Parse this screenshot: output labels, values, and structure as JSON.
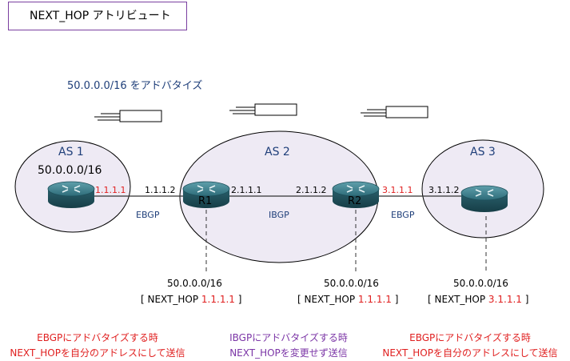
{
  "title": "NEXT_HOP アトリビュート",
  "advertise_label": "50.0.0.0/16 をアドバタイズ",
  "as_labels": [
    "AS 1",
    "AS 2",
    "AS 3"
  ],
  "as1_network": "50.0.0.0/16",
  "routers": {
    "r1": "R1",
    "r2": "R2"
  },
  "interfaces": {
    "as1_if": "1.1.1.1",
    "r1_left": "1.1.1.2",
    "r1_right": "2.1.1.1",
    "r2_left": "2.1.1.2",
    "r2_right": "3.1.1.1",
    "as3_if": "3.1.1.2"
  },
  "links": {
    "left": "EBGP",
    "middle": "IBGP",
    "right": "EBGP"
  },
  "route_entries": [
    {
      "prefix": "50.0.0.0/16",
      "open": "[ NEXT_HOP ",
      "next_hop": "1.1.1.1",
      "close": " ]"
    },
    {
      "prefix": "50.0.0.0/16",
      "open": "[ NEXT_HOP ",
      "next_hop": "1.1.1.1",
      "close": " ]"
    },
    {
      "prefix": "50.0.0.0/16",
      "open": "[ NEXT_HOP ",
      "next_hop": "3.1.1.1",
      "close": " ]"
    }
  ],
  "captions": [
    {
      "line1": "EBGPにアドバタイズする時",
      "line2": "NEXT_HOPを自分のアドレスにして送信"
    },
    {
      "line1": "IBGPにアドバタイズする時",
      "line2": "NEXT_HOPを変更せず送信"
    },
    {
      "line1": "EBGPにアドバタイズする時",
      "line2": "NEXT_HOPを自分のアドレスにして送信"
    }
  ],
  "colors": {
    "title_border": "#7a3fa0",
    "text_blue": "#1f3f7a",
    "highlight_red": "#e02020",
    "caption_purple": "#7b35a6",
    "router_teal": "#2f6f7c"
  }
}
